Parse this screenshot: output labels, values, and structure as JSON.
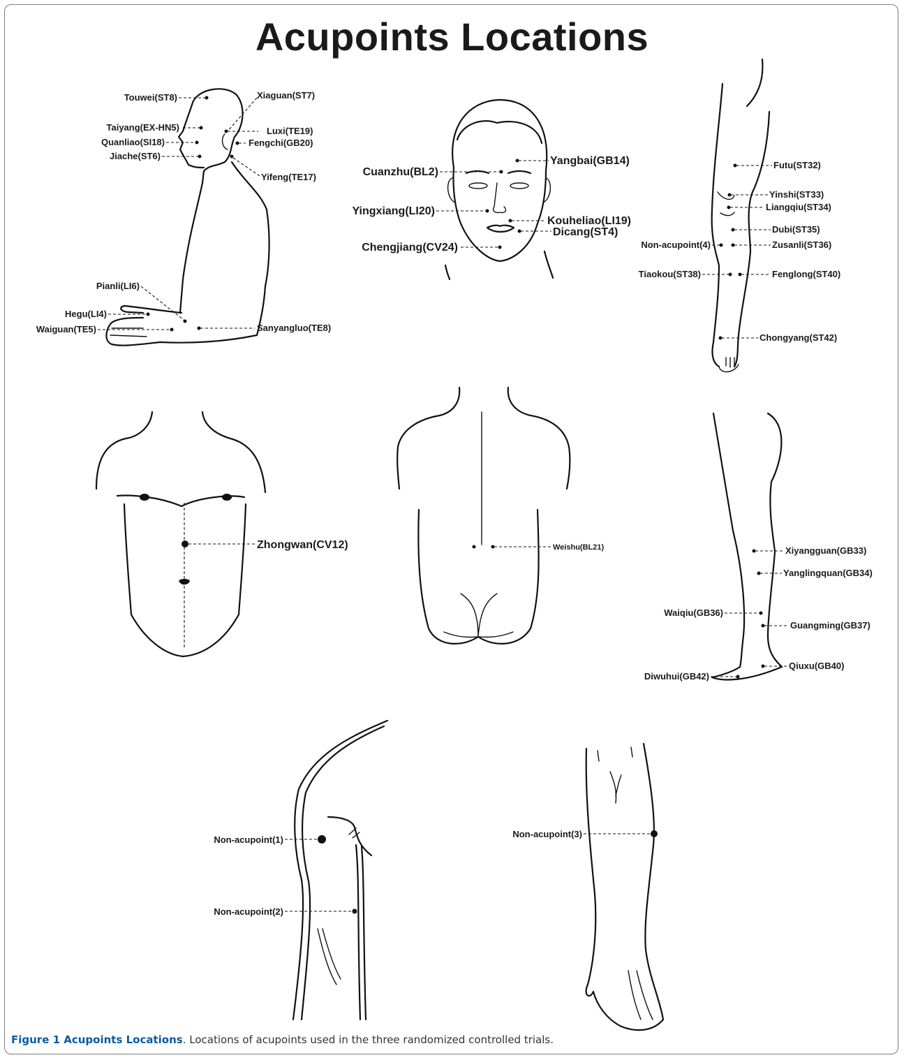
{
  "title": "Acupoints Locations",
  "caption": {
    "label": "Figure 1 Acupoints Locations",
    "text": ". Locations of acupoints used in the three randomized controlled trials."
  },
  "panels": {
    "side_head_arm": {
      "touwei": "Touwei(ST8)",
      "xiaguan": "Xiaguan(ST7)",
      "taiyang": "Taiyang(EX-HN5)",
      "luxi": "Luxi(TE19)",
      "quanliao": "Quanliao(SI18)",
      "fengchi": "Fengchi(GB20)",
      "jiache": "Jiache(ST6)",
      "yifeng": "Yifeng(TE17)",
      "pianli": "Pianli(LI6)",
      "hegu": "Hegu(LI4)",
      "waiguan": "Waiguan(TE5)",
      "sanyangluo": "Sanyangluo(TE8)"
    },
    "face": {
      "yangbai": "Yangbai(GB14)",
      "cuanzhu": "Cuanzhu(BL2)",
      "yingxiang": "Yingxiang(LI20)",
      "kouheliao": "Kouheliao(LI19)",
      "dicang": "Dicang(ST4)",
      "chengjiang": "Chengjiang(CV24)"
    },
    "front_leg": {
      "futu": "Futu(ST32)",
      "yinshi": "Yinshi(ST33)",
      "liangqiu": "Liangqiu(ST34)",
      "dubi": "Dubi(ST35)",
      "nonacupoint4": "Non-acupoint(4)",
      "zusanli": "Zusanli(ST36)",
      "tiaokou": "Tiaokou(ST38)",
      "fenglong": "Fenglong(ST40)",
      "chongyang": "Chongyang(ST42)"
    },
    "torso_front": {
      "zhongwan": "Zhongwan(CV12)"
    },
    "torso_back": {
      "weishu": "Weishu(BL21)"
    },
    "side_leg": {
      "xiyangguan": "Xiyangguan(GB33)",
      "yanglingquan": "Yanglingquan(GB34)",
      "waiqiu": "Waiqiu(GB36)",
      "guangming": "Guangming(GB37)",
      "qiuxu": "Qiuxu(GB40)",
      "diwuhui": "Diwuhui(GB42)"
    },
    "upper_arm": {
      "nonacupoint1": "Non-acupoint(1)",
      "nonacupoint2": "Non-acupoint(2)"
    },
    "forearm": {
      "nonacupoint3": "Non-acupoint(3)"
    }
  },
  "colors": {
    "caption_label": "#0b5aa0",
    "ink": "#111111",
    "frame": "#7a7a7a"
  }
}
